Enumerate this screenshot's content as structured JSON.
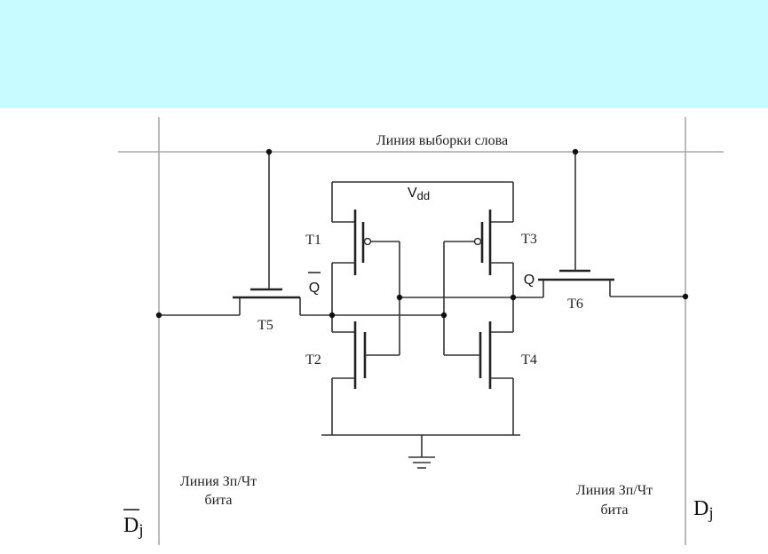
{
  "colors": {
    "banner": "#c8fbff",
    "wire": "#333333",
    "rail": "#a8a8a8",
    "background": "#ffffff"
  },
  "labels": {
    "word_line": "Линия выборки слова",
    "vdd_main": "V",
    "vdd_sub": "dd",
    "t1": "T1",
    "t2": "T2",
    "t3": "T3",
    "t4": "T4",
    "t5": "T5",
    "t6": "T6",
    "q_bar": "Q",
    "q": "Q",
    "bitline_left_line1": "Линия Зп/Чт",
    "bitline_left_line2": "бита",
    "bitline_right_line1": "Линия Зп/Чт",
    "bitline_right_line2": "бита",
    "d_bar_main": "D",
    "d_bar_sub": "j",
    "d_main": "D",
    "d_sub": "j"
  },
  "icons": {
    "ground": "ground-icon"
  }
}
